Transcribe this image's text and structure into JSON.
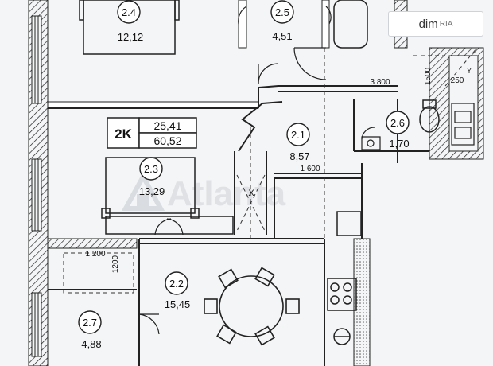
{
  "watermark": "Atlanta",
  "badge": {
    "brand": "dim",
    "suffix": "RIA"
  },
  "apartment": {
    "type": "2K",
    "living_area": "25,41",
    "total_area": "60,52"
  },
  "rooms": [
    {
      "id": "2.4",
      "area": "12,12"
    },
    {
      "id": "2.5",
      "area": "4,51"
    },
    {
      "id": "2.6",
      "area": "1,70"
    },
    {
      "id": "2.1",
      "area": "8,57"
    },
    {
      "id": "2.3",
      "area": "13,29"
    },
    {
      "id": "2.2",
      "area": "15,45"
    },
    {
      "id": "2.7",
      "area": "4,88"
    }
  ],
  "dimensions": {
    "d_3800": "3 800",
    "d_1500": "1500",
    "d_250": "250",
    "d_1600": "1 600",
    "d_1200_h": "1 200",
    "d_1200_v": "1200"
  },
  "markers": {
    "cross_1": "X",
    "cross_2": "Y"
  }
}
